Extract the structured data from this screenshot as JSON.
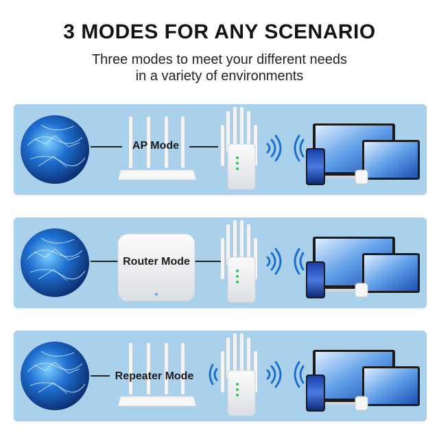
{
  "header": {
    "title": "3 MODES FOR ANY SCENARIO",
    "subtitle_line1": "Three modes to meet your different needs",
    "subtitle_line2": "in a variety of environments"
  },
  "modes": [
    {
      "label": "AP Mode",
      "device": "router-4-antenna"
    },
    {
      "label": "Router Mode",
      "device": "mesh-box"
    },
    {
      "label": "Repeater Mode",
      "device": "router-4-antenna"
    }
  ],
  "colors": {
    "panel": "#a9d1eb",
    "globe": "#1d5bb0",
    "wifi": "#1a6fd1",
    "title": "#141414"
  }
}
